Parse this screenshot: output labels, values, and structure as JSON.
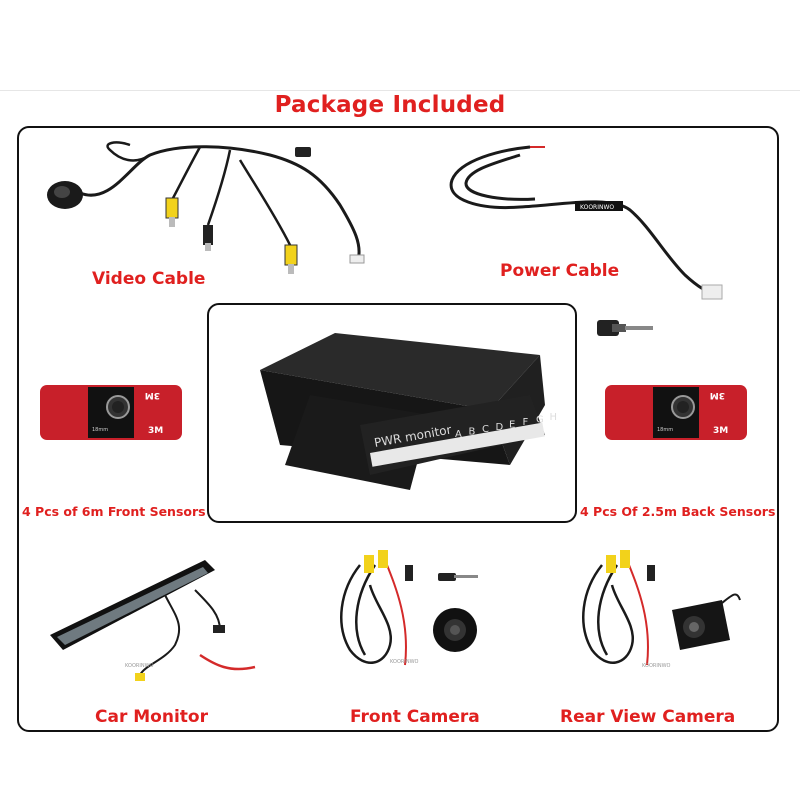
{
  "title": "Package Included",
  "items": {
    "video_cable": "Video Cable",
    "power_cable": "Power Cable",
    "front_sensors": "4 Pcs of 6m Front Sensors",
    "back_sensors": "4 Pcs Of 2.5m Back Sensors",
    "car_monitor": "Car Monitor",
    "front_camera": "Front Camera",
    "rear_camera": "Rear View Camera"
  },
  "control_box": {
    "label": "PWR monitor",
    "ports": [
      "A",
      "B",
      "C",
      "D",
      "E",
      "F",
      "G",
      "H"
    ]
  },
  "sensor_bracket": {
    "brand_text": "3M",
    "dimension_text": "18mm"
  },
  "watermark": "KOORINWO",
  "colors": {
    "label_red": "#e0201f",
    "frame": "#111111",
    "sensor_pad": "#c8202a",
    "box_body": "#1c1c1c",
    "rca_yellow": "#f2d21b",
    "cable_red": "#d42a2a"
  }
}
